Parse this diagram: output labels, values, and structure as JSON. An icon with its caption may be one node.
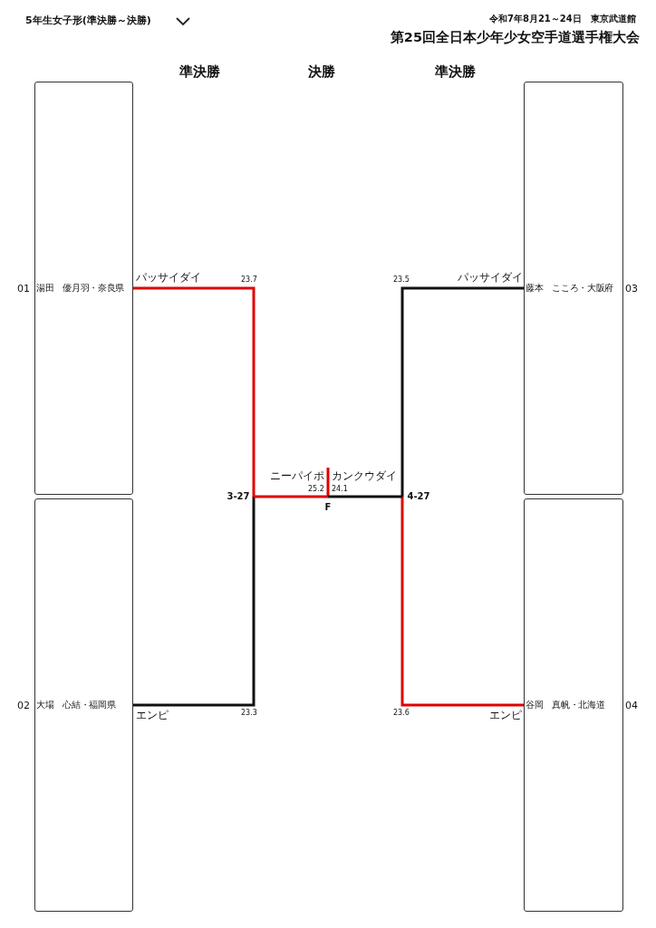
{
  "diagram": {
    "title": "第25回全日本少年少女空手道選手権大会",
    "nodes": [
      {
        "text": [
          "湯田　優月羽・奈良県"
        ],
        "beside": [
          "01"
        ]
      },
      {
        "text": [
          "藤本　こころ・大阪府"
        ],
        "beside": [
          "03"
        ]
      },
      {
        "text": [
          "3-27"
        ]
      },
      {
        "text": [
          "F"
        ]
      },
      {
        "text": [
          "4-27"
        ]
      },
      {
        "text": [
          "大場　心結・福岡県"
        ],
        "beside": [
          "02"
        ]
      },
      {
        "text": [
          "谷岡　真帆・北海道"
        ],
        "beside": [
          "04"
        ]
      }
    ],
    "edges": [
      {
        "from": 0,
        "to": 2,
        "arrow": "none",
        "color": "#e00000"
      },
      {
        "from": 5,
        "to": 2,
        "arrow": "none",
        "color": "#111111"
      },
      {
        "from": 1,
        "to": 4,
        "arrow": "none",
        "color": "#111111"
      },
      {
        "from": 6,
        "to": 4,
        "arrow": "none",
        "color": "#e00000"
      },
      {
        "from": 2,
        "to": 3,
        "arrow": "none",
        "color": "#e00000"
      },
      {
        "from": 4,
        "to": 3,
        "arrow": "none",
        "color": "#111111"
      }
    ],
    "labels": [
      "5年生女子形(準決勝～決勝)",
      "令和7年8月21～24日　東京武道館",
      "準決勝",
      "決勝",
      "準決勝",
      "パッサイダイ",
      "23.7",
      "23.5",
      "パッサイダイ",
      "ニーパイポ",
      "カンクウダイ",
      "25.2",
      "24.1",
      "エンピ",
      "23.3",
      "23.6",
      "エンピ"
    ]
  }
}
